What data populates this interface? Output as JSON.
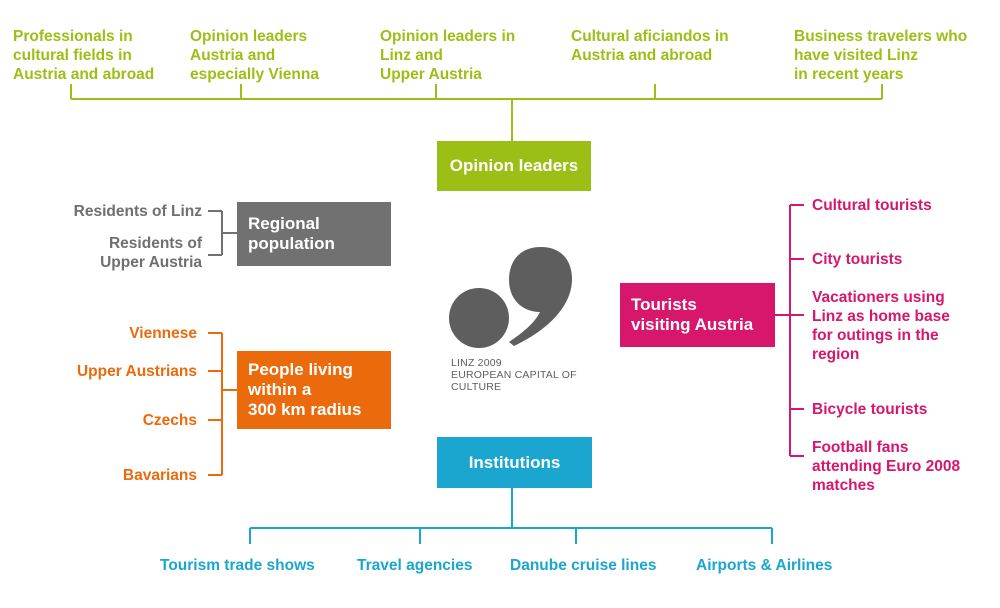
{
  "colors": {
    "opinion": "#9cbf16",
    "regional": "#717171",
    "people": "#ea6a0c",
    "tourists": "#d6176b",
    "institutions": "#1aa6cf",
    "logo": "#5e5e5e"
  },
  "opinion_leaders": {
    "title": "Opinion leaders",
    "items": [
      "Professionals in\ncultural fields in\nAustria and abroad",
      "Opinion leaders\nAustria and\nespecially Vienna",
      "Opinion leaders in\nLinz and\nUpper Austria",
      "Cultural aficiandos in\nAustria and abroad",
      "Business travelers who\nhave visited Linz\nin recent years"
    ]
  },
  "regional": {
    "title": "Regional\npopulation",
    "items": [
      "Residents of Linz",
      "Residents of\nUpper Austria"
    ]
  },
  "people": {
    "title": "People living\nwithin a\n300 km radius",
    "items": [
      "Viennese",
      "Upper Austrians",
      "Czechs",
      "Bavarians"
    ]
  },
  "tourists": {
    "title": "Tourists\nvisiting Austria",
    "items": [
      "Cultural tourists",
      "City tourists",
      "Vacationers using\nLinz as home base\nfor outings in the\nregion",
      "Bicycle tourists",
      "Football fans\nattending Euro 2008\nmatches"
    ]
  },
  "institutions": {
    "title": "Institutions",
    "items": [
      "Tourism trade shows",
      "Travel agencies",
      "Danube cruise lines",
      "Airports & Airlines"
    ]
  },
  "logo": {
    "icon": "comma-dot-logo",
    "text": "LINZ 2009\nEUROPEAN CAPITAL OF\nCULTURE"
  }
}
